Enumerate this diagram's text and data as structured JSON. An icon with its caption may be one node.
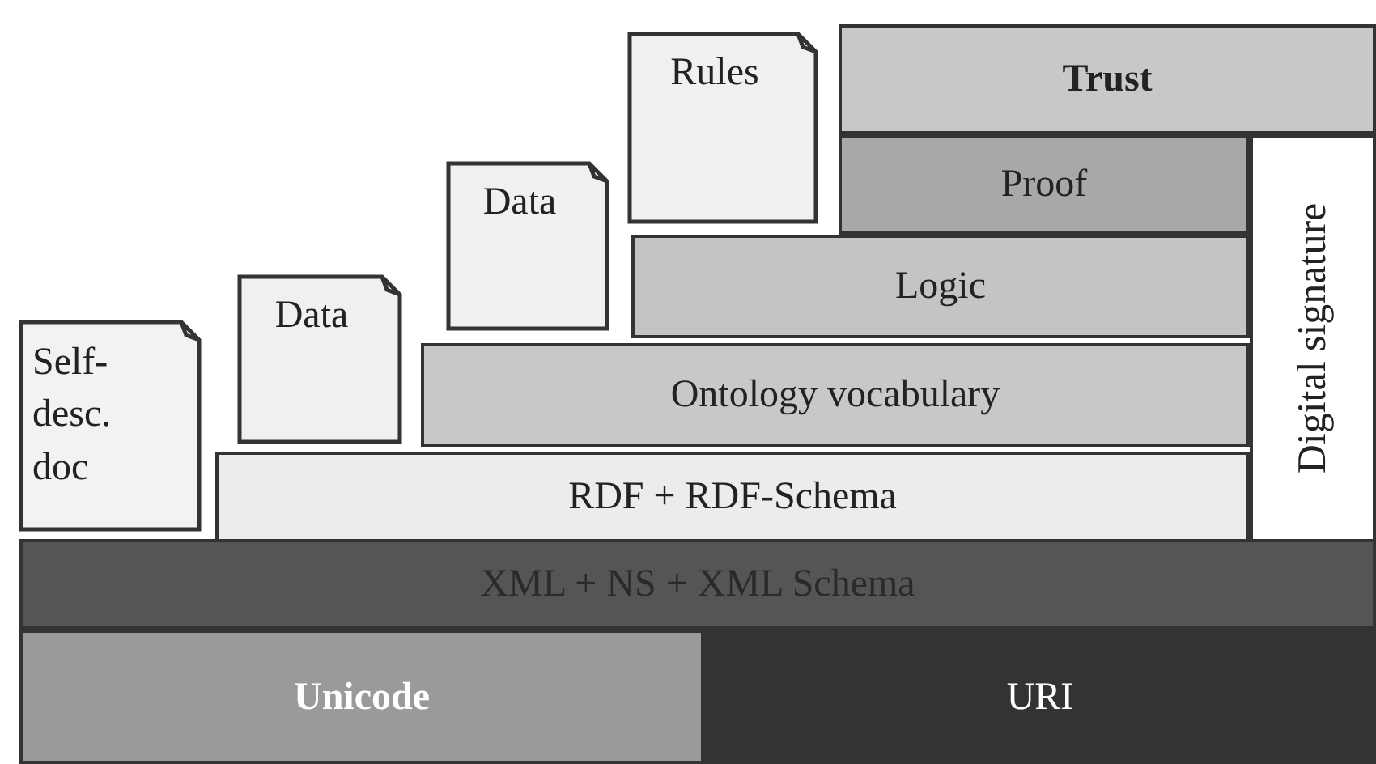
{
  "diagram": {
    "nodes": [
      {
        "text": [
          "Rules"
        ]
      },
      {
        "text": [
          "Trust"
        ]
      },
      {
        "text": [
          "Data"
        ]
      },
      {
        "text": [
          "Proof"
        ]
      },
      {
        "text": [
          "Logic"
        ]
      },
      {
        "text": [
          "Data"
        ]
      },
      {
        "text": [
          "Ontology vocabulary"
        ]
      },
      {
        "text": [
          "Self- desc. doc"
        ]
      },
      {
        "text": [
          "RDF + RDF-Schema"
        ]
      },
      {
        "text": [
          "Digital signature"
        ]
      },
      {
        "text": [
          "XML + NS + XML Schema"
        ]
      },
      {
        "text": [
          "Unicode"
        ]
      },
      {
        "text": [
          "URI"
        ]
      }
    ]
  }
}
